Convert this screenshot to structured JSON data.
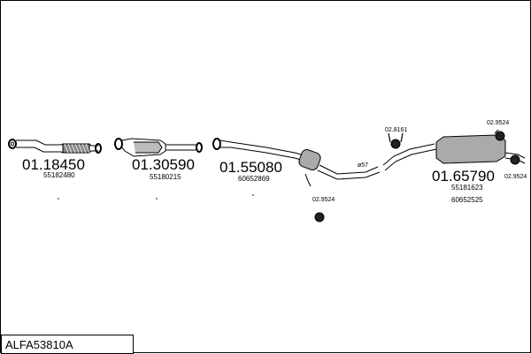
{
  "title": "ALFA53810A",
  "parts": [
    {
      "number": "01.18450",
      "oem": [
        "55182480"
      ]
    },
    {
      "number": "01.30590",
      "oem": [
        "55180215"
      ]
    },
    {
      "number": "01.55080",
      "oem": [
        "60652869"
      ]
    },
    {
      "number": "01.65790",
      "oem": [
        "55181623",
        "60652525"
      ]
    }
  ],
  "accessories": [
    {
      "number": "02.8161"
    },
    {
      "number": "02.9524"
    },
    {
      "number": "02.9524"
    },
    {
      "number": "02.9524"
    }
  ],
  "pipe_size": "ø57"
}
